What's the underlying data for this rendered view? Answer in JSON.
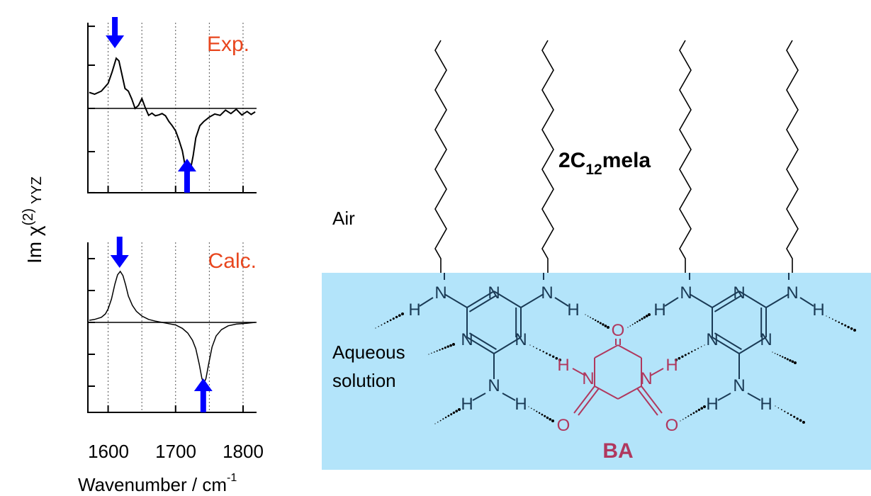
{
  "chart_data": [
    {
      "type": "line",
      "panel_label": "Exp.",
      "xlim": [
        1570,
        1820
      ],
      "x_ticks": [
        1600,
        1700,
        1800
      ],
      "grid": true,
      "arrows": [
        {
          "x": 1610,
          "direction": "down"
        },
        {
          "x": 1717,
          "direction": "up"
        }
      ],
      "series": [
        {
          "x": [
            1572,
            1580,
            1590,
            1600,
            1606,
            1612,
            1616,
            1620,
            1625,
            1630,
            1635,
            1640,
            1645,
            1650,
            1655,
            1660,
            1665,
            1670,
            1675,
            1680,
            1685,
            1690,
            1695,
            1700,
            1705,
            1710,
            1715,
            1718,
            1722,
            1726,
            1730,
            1736,
            1742,
            1750,
            1758,
            1766,
            1774,
            1782,
            1790,
            1798,
            1806,
            1812,
            1818
          ],
          "y": [
            0.37,
            0.33,
            0.4,
            0.58,
            0.85,
            1.16,
            1.1,
            0.82,
            0.46,
            0.4,
            0.22,
            0.0,
            0.07,
            0.23,
            0.02,
            -0.16,
            -0.11,
            -0.17,
            -0.15,
            -0.12,
            -0.17,
            -0.3,
            -0.4,
            -0.52,
            -0.73,
            -0.98,
            -1.4,
            -1.51,
            -1.42,
            -1.1,
            -0.68,
            -0.4,
            -0.3,
            -0.2,
            -0.13,
            -0.16,
            -0.04,
            -0.12,
            -0.02,
            -0.15,
            -0.07,
            -0.14,
            -0.08
          ]
        }
      ]
    },
    {
      "type": "line",
      "panel_label": "Calc.",
      "xlim": [
        1570,
        1820
      ],
      "x_ticks": [
        1600,
        1700,
        1800
      ],
      "grid": true,
      "arrows": [
        {
          "x": 1617,
          "direction": "down"
        },
        {
          "x": 1741,
          "direction": "up"
        }
      ],
      "series": [
        {
          "x": [
            1572,
            1580,
            1590,
            1596,
            1600,
            1605,
            1610,
            1614,
            1618,
            1622,
            1626,
            1630,
            1636,
            1642,
            1650,
            1660,
            1670,
            1680,
            1690,
            1700,
            1710,
            1718,
            1725,
            1730,
            1735,
            1739,
            1742,
            1745,
            1749,
            1754,
            1760,
            1768,
            1778,
            1790,
            1805,
            1818
          ],
          "y": [
            0.05,
            0.07,
            0.12,
            0.2,
            0.32,
            0.55,
            0.9,
            1.12,
            1.2,
            1.1,
            0.88,
            0.62,
            0.4,
            0.26,
            0.15,
            0.07,
            0.03,
            0.0,
            -0.03,
            -0.06,
            -0.14,
            -0.25,
            -0.42,
            -0.62,
            -0.98,
            -1.32,
            -1.43,
            -1.32,
            -0.98,
            -0.58,
            -0.32,
            -0.17,
            -0.08,
            -0.04,
            -0.02,
            0.0
          ]
        }
      ]
    }
  ],
  "figure": {
    "y_axis_label": "Im χ(2) YYZ",
    "x_axis_label": "Wavenumber / cm-1",
    "x_tick_labels": [
      "1600",
      "1700",
      "1800"
    ],
    "colors": {
      "arrow": "#0000ff",
      "panel_label": "#e8461e",
      "water": "#b3e4fa",
      "ba": "#b0385e",
      "melamine": "#1a3a55"
    }
  },
  "scheme": {
    "molecule_2c12mela": "2C12mela",
    "air_label": "Air",
    "aqueous_line1": "Aqueous",
    "aqueous_line2": "solution",
    "ba_label": "BA",
    "atom_N": "N",
    "atom_H": "H",
    "atom_O": "O"
  }
}
